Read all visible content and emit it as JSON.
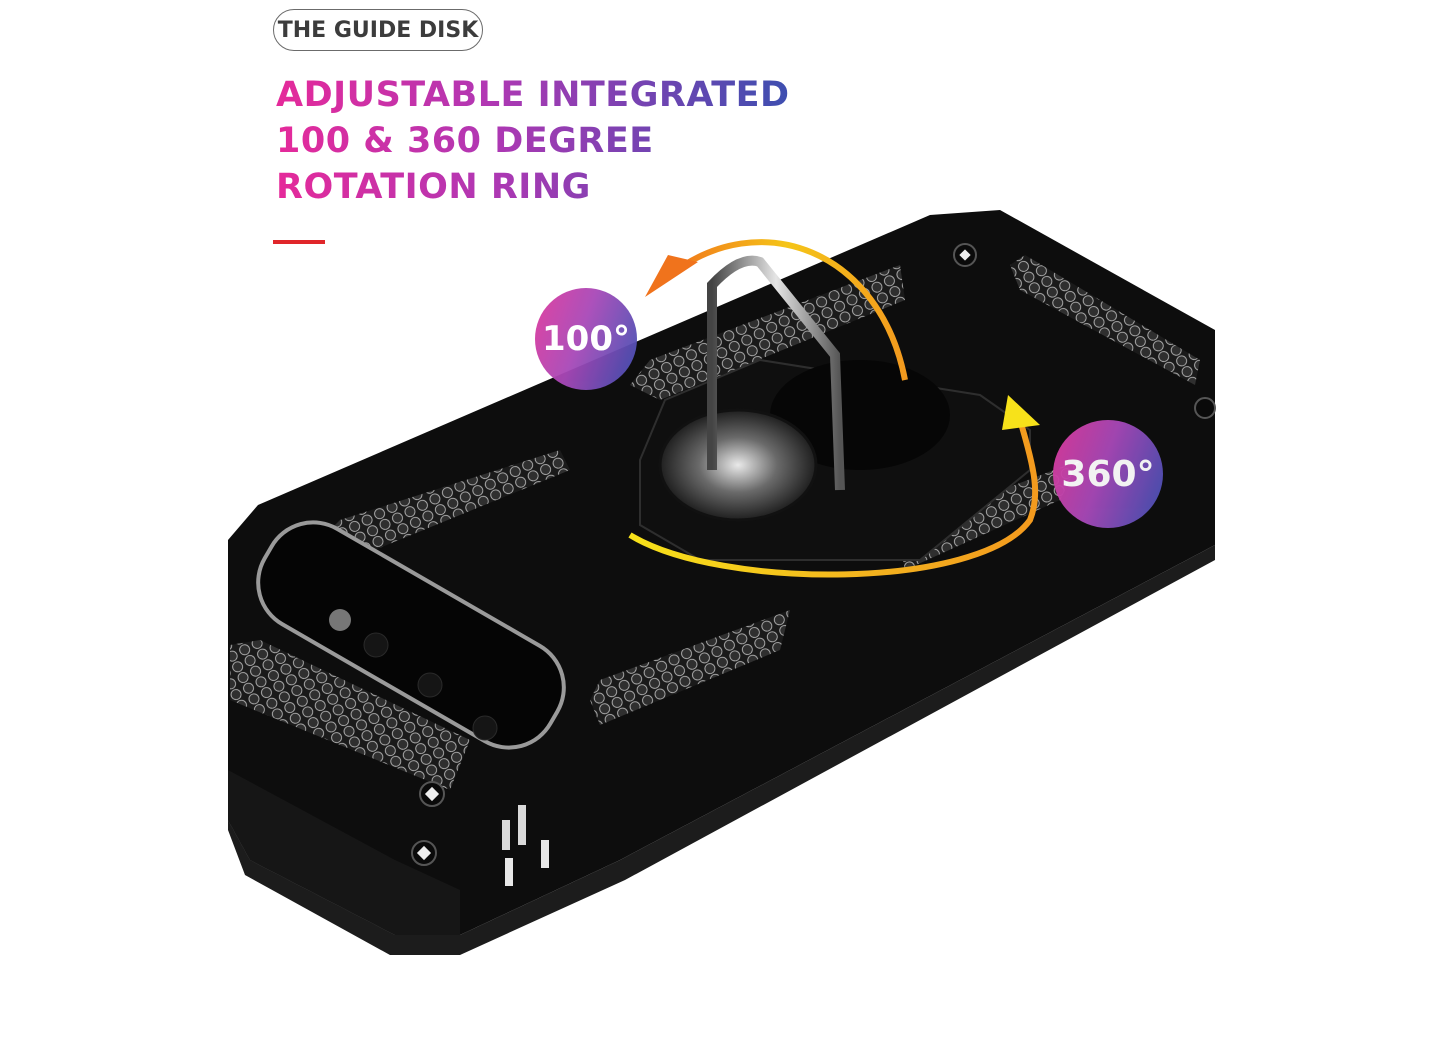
{
  "label_pill": {
    "text": "THE GUIDE DISK"
  },
  "headline": {
    "lines": [
      "ADJUSTABLE INTEGRATED",
      "100 & 360 DEGREE",
      "ROTATION RING"
    ],
    "gradient": [
      "#e52a9a",
      "#b237b3",
      "#3b4fb0"
    ]
  },
  "accent_bar_color": "#e0262a",
  "badges": {
    "tilt": {
      "text": "100°"
    },
    "rotate": {
      "text": "360°"
    }
  },
  "product": {
    "name": "rugged black phone case with ring holder",
    "case_color": "#111111",
    "arrow_colors": [
      "#f7d31a",
      "#f39a1e",
      "#f0731c"
    ]
  }
}
